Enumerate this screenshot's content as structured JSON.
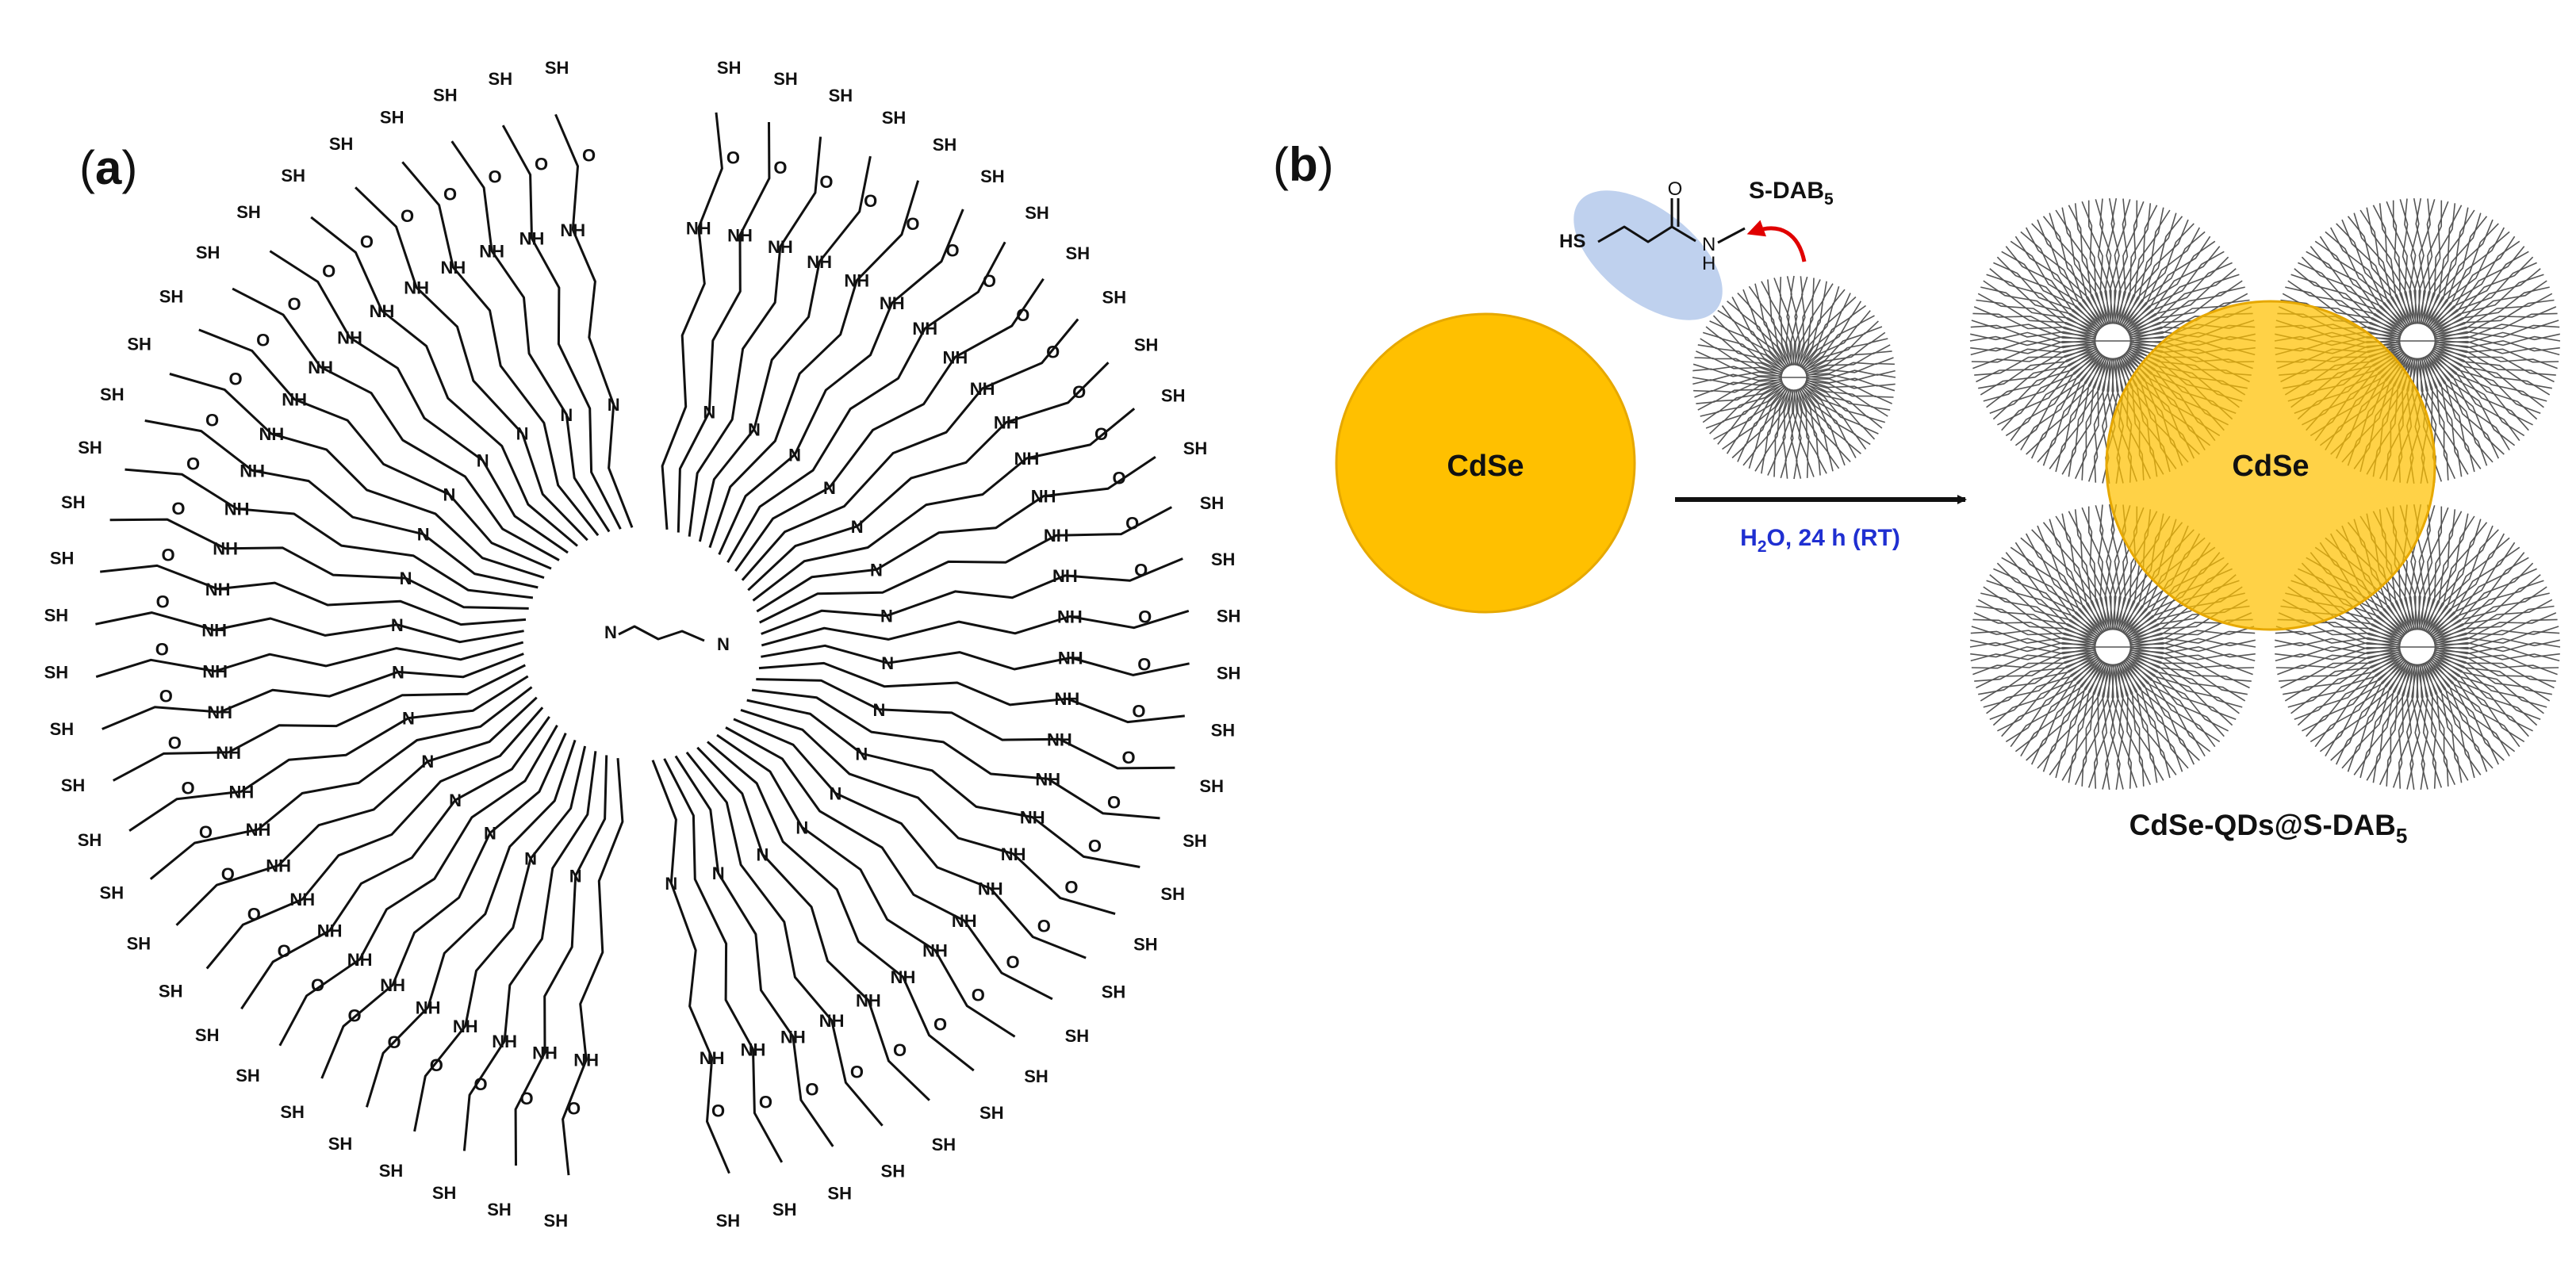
{
  "panel_a": {
    "label": "a"
  },
  "panel_b": {
    "label": "b"
  },
  "dendrimer_atoms": {
    "amide_N": "NH",
    "core_N": "N",
    "thiol": "SH",
    "carbonyl_O": "O"
  },
  "reaction": {
    "nanoparticle_label": "CdSe",
    "ligand_thiol": "HS",
    "ligand_amide_N": "N",
    "ligand_amide_H": "H",
    "ligand_carbonyl_O": "O",
    "ligand_name_main": "S-DAB",
    "ligand_name_sub": "5",
    "arrow_condition_h": "H",
    "arrow_condition_sub": "2",
    "arrow_condition_rest": "O, 24 h (RT)",
    "product_core_label": "CdSe",
    "product_name_main": "CdSe-QDs@S-DAB",
    "product_name_sub": "5"
  },
  "colors": {
    "cdse_fill": "#FFC000",
    "cdse_stroke": "#E6A800",
    "product_core_fill": "#FFC000",
    "ligand_highlight": "#A9C1E8",
    "curved_arrow": "#E00000",
    "condition_text": "#1F2FD1",
    "ink": "#111111"
  }
}
